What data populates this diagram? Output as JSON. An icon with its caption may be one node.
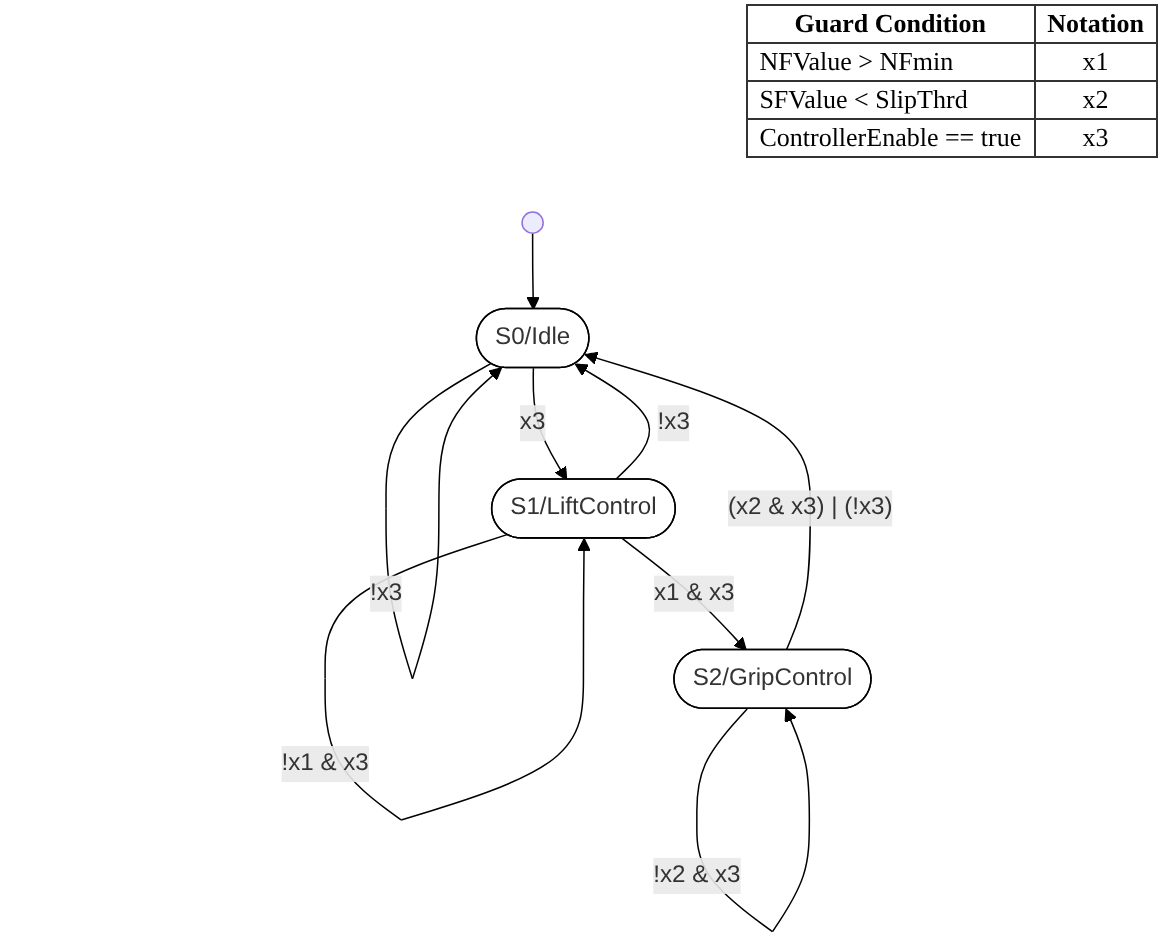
{
  "diagram": {
    "nodes": [
      {
        "text": [],
        "shape": "circle"
      },
      {
        "text": [
          "S0/Idle"
        ]
      },
      {
        "text": [
          "S1/LiftControl"
        ]
      },
      {
        "text": [
          "S2/GripControl"
        ]
      }
    ],
    "edges": [
      {
        "from": 0,
        "to": 1,
        "arrow": "to"
      },
      {
        "from": 1,
        "to": 1,
        "arrow": "to",
        "label": "!x3"
      },
      {
        "from": 1,
        "to": 2,
        "arrow": "to",
        "label": "x3"
      },
      {
        "from": 2,
        "to": 2,
        "arrow": "to",
        "label": "!x1 & x3"
      },
      {
        "from": 2,
        "to": 1,
        "arrow": "to",
        "label": "!x3"
      },
      {
        "from": 2,
        "to": 3,
        "arrow": "to",
        "label": "x1 & x3"
      },
      {
        "from": 3,
        "to": 3,
        "arrow": "to",
        "label": "!x2 & x3"
      },
      {
        "from": 3,
        "to": 1,
        "arrow": "to",
        "label": "(x2 & x3) | (!x3)"
      }
    ],
    "labels": [
      "Guard Condition",
      "Notation",
      "NFValue > NFmin",
      "x1",
      "SFValue < SlipThrd",
      "x2",
      "ControllerEnable == true",
      "x3"
    ]
  }
}
